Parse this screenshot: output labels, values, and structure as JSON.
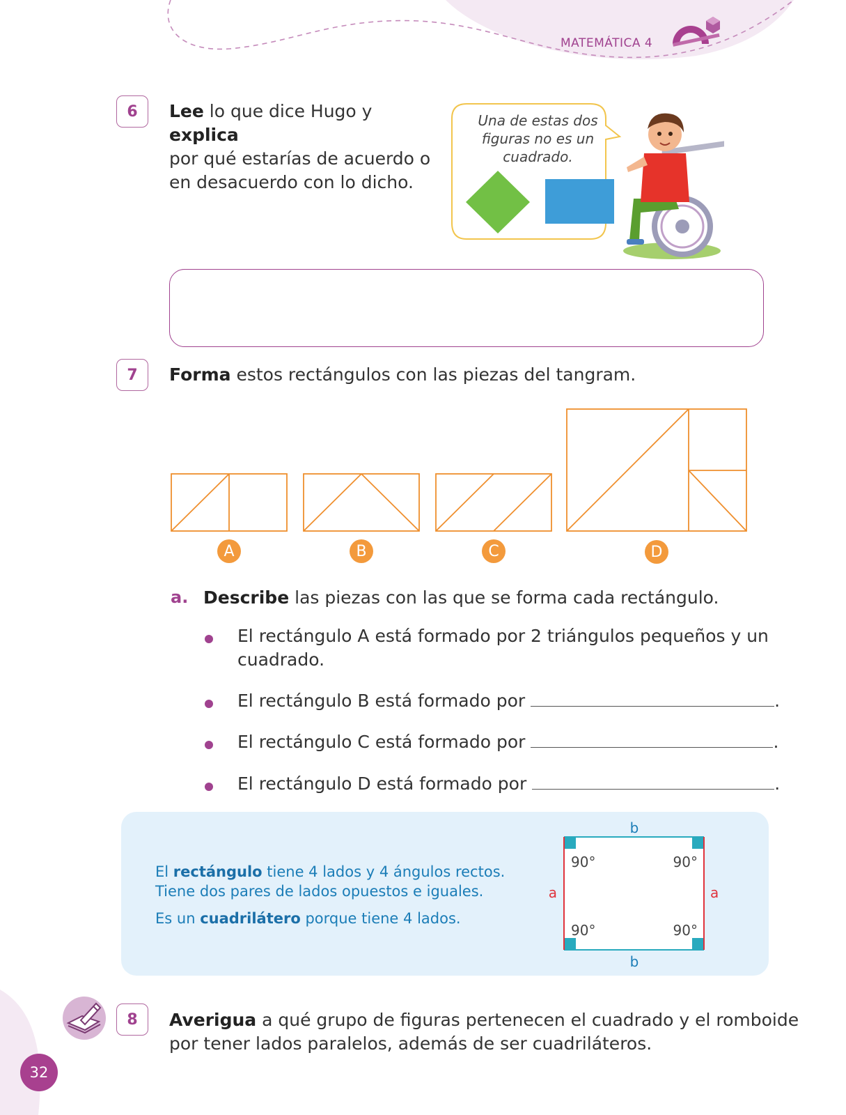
{
  "header": {
    "title": "MATEMÁTICA 4"
  },
  "q6": {
    "number": "6",
    "verb1": "Lee",
    "text1": " lo que dice Hugo y ",
    "verb2": "explica",
    "text2": "por qué estarías de acuerdo o",
    "text3": "en desacuerdo con lo dicho.",
    "bubble_line1": "Una de estas dos",
    "bubble_line2": "figuras no es un",
    "bubble_line3": "cuadrado.",
    "shape_colors": {
      "rhombus": "#72c045",
      "rectangle": "#3e9dd8"
    }
  },
  "q7": {
    "number": "7",
    "verb": "Forma",
    "text": " estos rectángulos con las piezas del tangram.",
    "labels": [
      "A",
      "B",
      "C",
      "D"
    ],
    "stroke_color": "#ef8f2e",
    "sub": {
      "label": "a.",
      "verb": "Describe",
      "text": " las piezas con las que se forma cada rectángulo."
    },
    "bullets": [
      {
        "line1": "El rectángulo A está formado por 2 triángulos pequeños y un",
        "line2": "cuadrado."
      },
      {
        "line1": "El rectángulo B está formado por",
        "end": "."
      },
      {
        "line1": "El rectángulo C está formado por",
        "end": "."
      },
      {
        "line1": "El rectángulo D está formado por",
        "end": "."
      }
    ]
  },
  "info": {
    "l1_pre": "El ",
    "l1_bold": "rectángulo",
    "l1_post": " tiene 4 lados y 4 ángulos rectos.",
    "l2": "Tiene dos pares de lados opuestos e iguales.",
    "l3_pre": "Es un ",
    "l3_bold": "cuadrilátero",
    "l3_post": " porque tiene 4 lados.",
    "diagram": {
      "top": "b",
      "bottom": "b",
      "left": "a",
      "right": "a",
      "angle": "90°"
    }
  },
  "q8": {
    "number": "8",
    "verb": "Averigua",
    "text1": " a qué grupo de figuras pertenecen el cuadrado y el romboide",
    "text2": "por tener lados paralelos, además de ser cuadriláteros."
  },
  "page": {
    "number": "32"
  }
}
